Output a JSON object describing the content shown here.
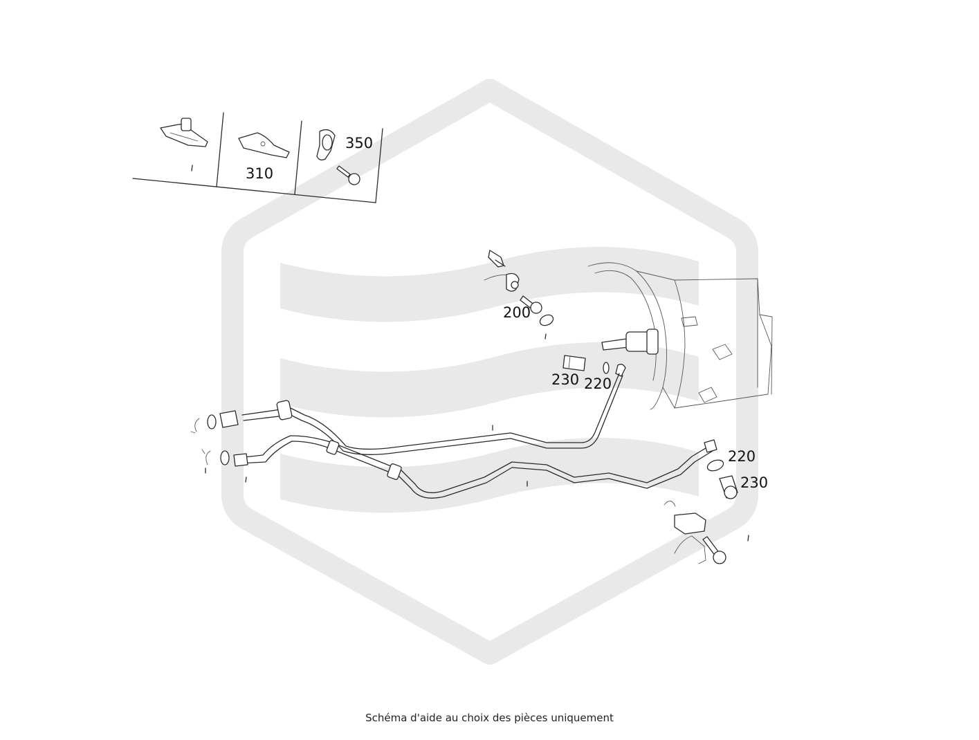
{
  "diagram": {
    "callouts": {
      "c350": "350",
      "c310": "310",
      "c200": "200",
      "c230_upper": "230",
      "c220_upper": "220",
      "c220_lower": "220",
      "c230_lower": "230"
    },
    "watermark_color": "#e9e9e9",
    "line_color": "#2a2a2a"
  },
  "caption": "Schéma d'aide au choix des pièces uniquement"
}
